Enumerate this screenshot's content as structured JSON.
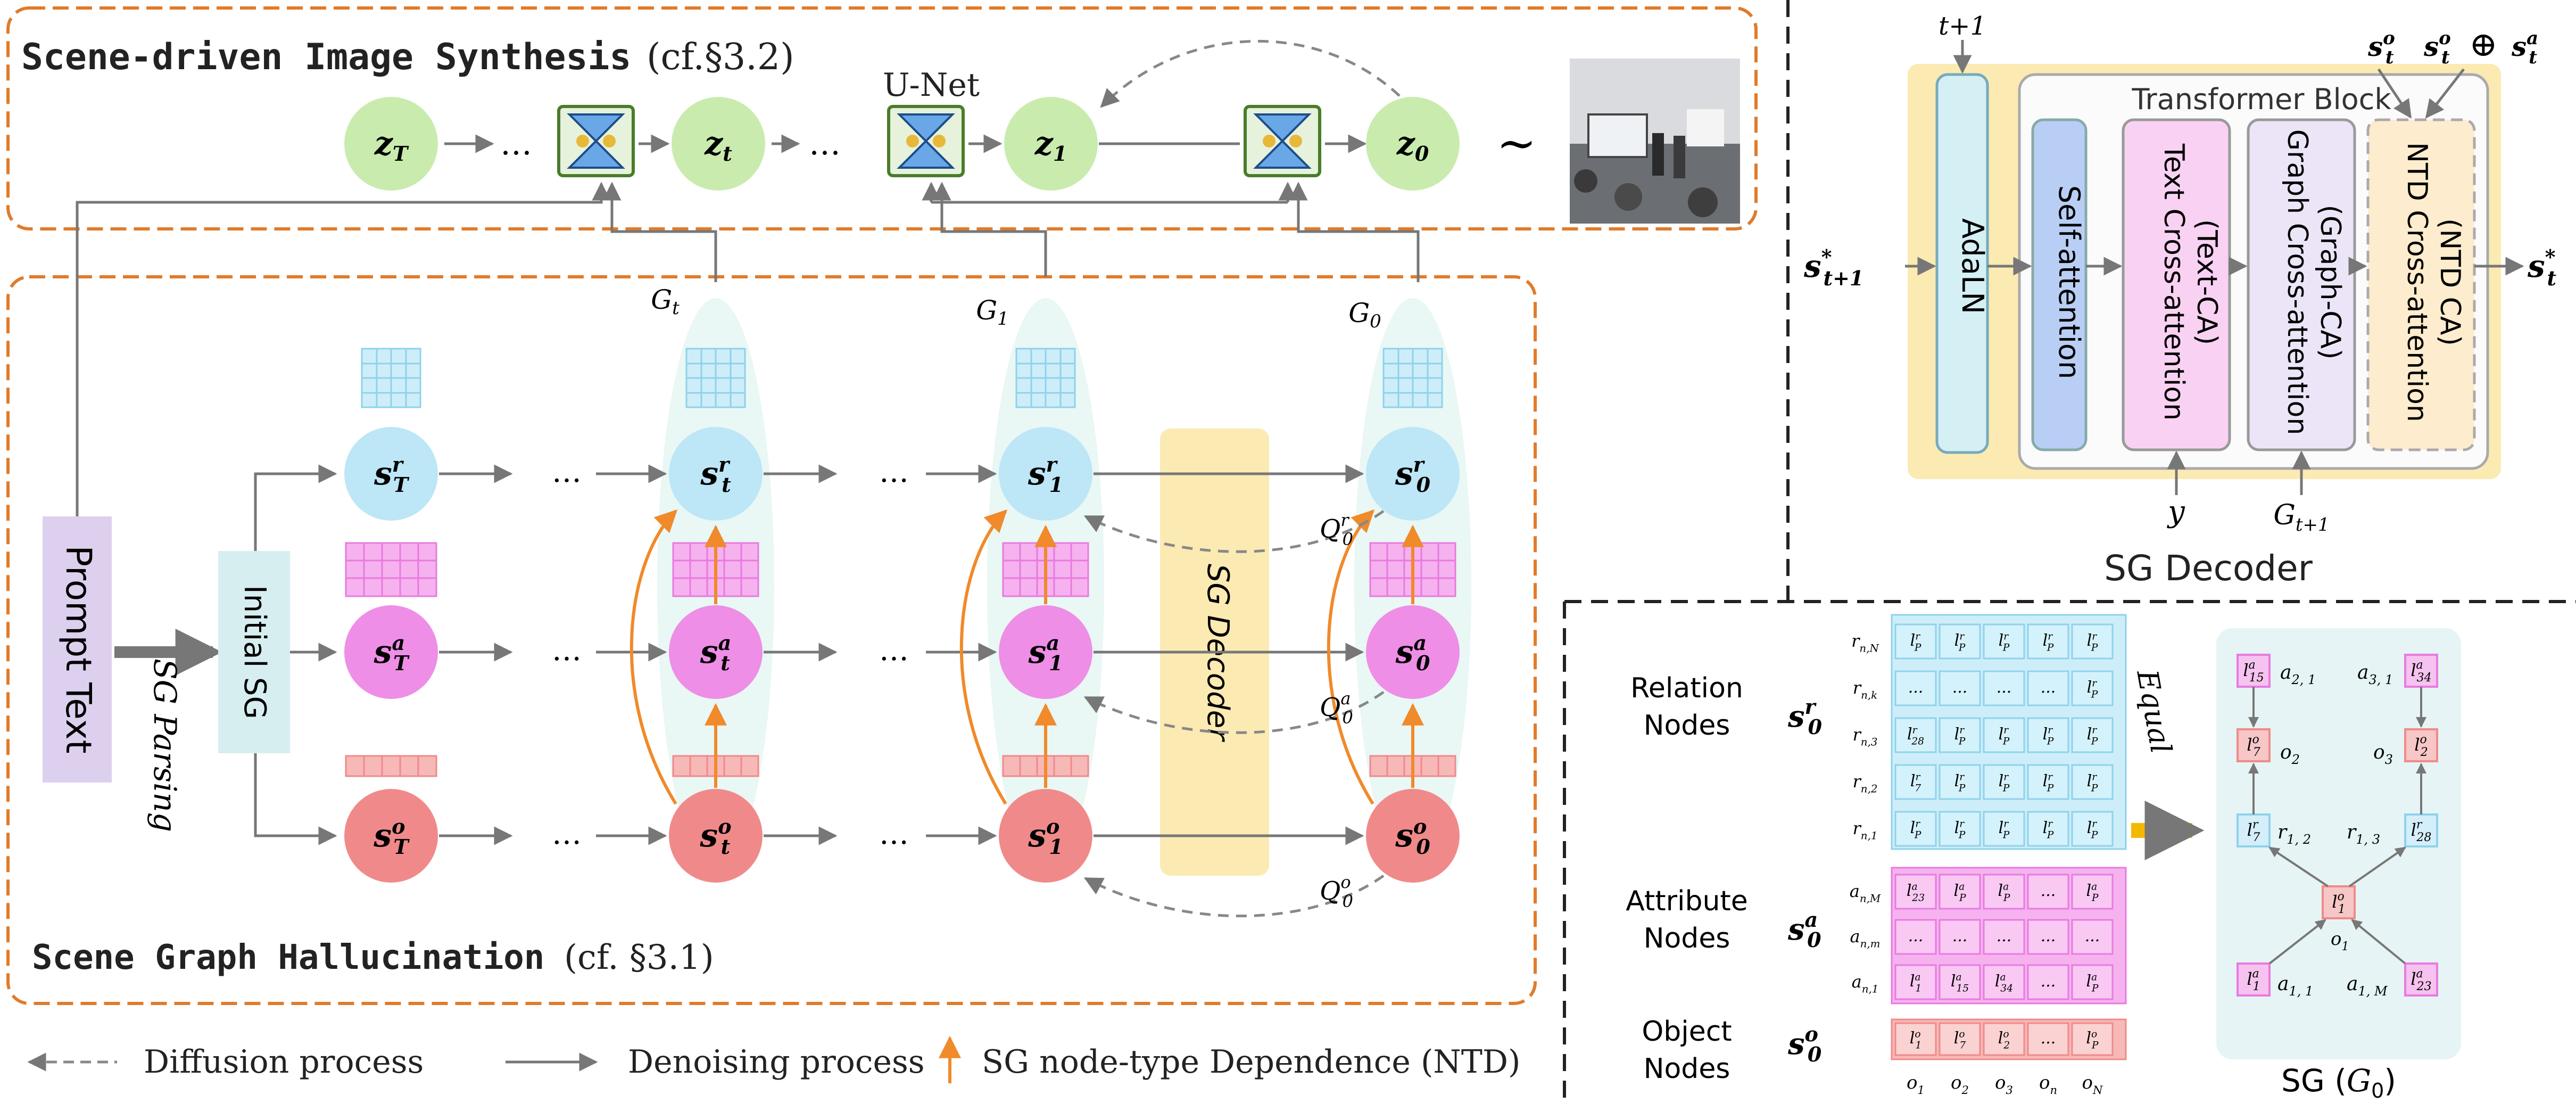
{
  "left_panel": {
    "synthesis_title": "Scene-driven Image Synthesis",
    "synthesis_ref": "(cf.§3.2)",
    "hallucination_title": "Scene Graph Hallucination",
    "hallucination_ref": "(cf. §3.1)",
    "latent_nodes": [
      "z_T",
      "z_t",
      "z_1",
      "z_0"
    ],
    "ellipsis": "…",
    "unet_label": "U-Net",
    "tilde": "∼",
    "graph_labels": [
      "G_t",
      "G_1",
      "G_0"
    ],
    "relation_nodes": [
      "s_T^r",
      "s_t^r",
      "s_1^r",
      "s_0^r"
    ],
    "attribute_nodes": [
      "s_T^a",
      "s_t^a",
      "s_1^a",
      "s_0^a"
    ],
    "object_nodes": [
      "s_T^o",
      "s_t^o",
      "s_1^o",
      "s_0^o"
    ],
    "prompt_text": "Prompt Text",
    "sg_parsing": "SG Parsing",
    "initial_sg": "Initial SG",
    "sg_decoder_bar": "SG Decoder",
    "queries": [
      "Q_0^r",
      "Q_0^a",
      "Q_0^o"
    ]
  },
  "legend": {
    "diffusion": "Diffusion process",
    "denoising": "Denoising process",
    "ntd": "SG node-type Dependence (NTD)"
  },
  "decoder_panel": {
    "input_t": "t+1",
    "top_inputs": "s_t^o  s_t^o ⊕ s_t^a",
    "transformer_block": "Transformer Block",
    "adaln": "AdaLN",
    "self_attention": "Self-attention",
    "text_ca": [
      "Text Cross-attention",
      "(Text-CA)"
    ],
    "graph_ca": [
      "Graph Cross-attention",
      "(Graph-CA)"
    ],
    "ntd_ca": [
      "NTD Cross-attention",
      "(NTD CA)"
    ],
    "input_state": "s*_{t+1}",
    "output_state": "s*_t",
    "y_label": "y",
    "g_label": "G_{t+1}",
    "title": "SG Decoder"
  },
  "matrix_panel": {
    "relation_label": [
      "Relation",
      "Nodes"
    ],
    "attribute_label": [
      "Attribute",
      "Nodes"
    ],
    "object_label": [
      "Object",
      "Nodes"
    ],
    "s_r": "s_0^r",
    "s_a": "s_0^a",
    "s_o": "s_0^o",
    "relation_rows": [
      {
        "row": "r_{n,N}",
        "cells": [
          "l_P^r",
          "l_P^r",
          "l_P^r",
          "l_P^r",
          "l_P^r"
        ]
      },
      {
        "row": "r_{n,k}",
        "cells": [
          "...",
          "...",
          "...",
          "...",
          "l_P^r"
        ]
      },
      {
        "row": "r_{n,3}",
        "cells": [
          "l_28^r",
          "l_P^r",
          "l_P^r",
          "l_P^r",
          "l_P^r"
        ]
      },
      {
        "row": "r_{n,2}",
        "cells": [
          "l_7^r",
          "l_P^r",
          "l_P^r",
          "l_P^r",
          "l_P^r"
        ]
      },
      {
        "row": "r_{n,1}",
        "cells": [
          "l_P^r",
          "l_P^r",
          "l_P^r",
          "l_P^r",
          "l_P^r"
        ]
      }
    ],
    "attribute_rows": [
      {
        "row": "a_{n,M}",
        "cells": [
          "l_23^a",
          "l_P^a",
          "l_P^a",
          "...",
          "l_P^a"
        ]
      },
      {
        "row": "a_{n,m}",
        "cells": [
          "...",
          "...",
          "...",
          "...",
          "..."
        ]
      },
      {
        "row": "a_{n,1}",
        "cells": [
          "l_1^a",
          "l_15^a",
          "l_34^a",
          "...",
          "l_P^a"
        ]
      }
    ],
    "object_cells": [
      "l_1^o",
      "l_7^o",
      "l_2^o",
      "...",
      "l_P^o"
    ],
    "object_cols": [
      "o_1",
      "o_2",
      "o_3",
      "o_n",
      "o_N"
    ],
    "equal": "Equal",
    "sg_title": "SG (G_0)",
    "graph_nodes": [
      "l_15^a",
      "a_{2,1}",
      "a_{3,1}",
      "l_34^a",
      "l_7^o",
      "o_2",
      "o_3",
      "l_2^o",
      "l_7^r",
      "r_{1,2}",
      "r_{1,3}",
      "l_28^r",
      "l_1^o",
      "o_1",
      "l_1^a",
      "a_{1,1}",
      "a_{1,M}",
      "l_23^a"
    ]
  },
  "colors": {
    "orange_border": "#e07b2a",
    "latent_green": "#c9ecae",
    "relation_blue": "#bde6f7",
    "attribute_pink": "#ee8ee6",
    "object_red": "#f08a8a",
    "decoder_yellow": "#fbeab2",
    "prompt_purple": "#ddd0ee",
    "initial_teal": "#d7eef0",
    "arrow_gray": "#777777",
    "ntd_orange": "#f08a2a"
  }
}
